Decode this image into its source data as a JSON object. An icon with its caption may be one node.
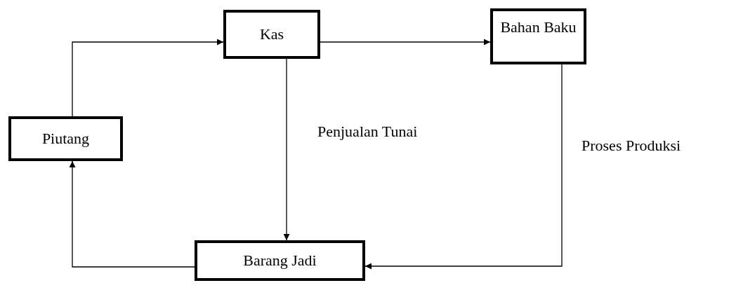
{
  "diagram": {
    "nodes": [
      {
        "text": [
          "Kas"
        ]
      },
      {
        "text": [
          "Bahan Baku"
        ]
      },
      {
        "text": [
          "Piutang"
        ]
      },
      {
        "text": [
          "Barang Jadi"
        ]
      }
    ],
    "edges": [
      {
        "from": 2,
        "to": 0,
        "arrow": "to"
      },
      {
        "from": 0,
        "to": 1,
        "arrow": "to"
      },
      {
        "from": 0,
        "to": 3,
        "arrow": "to",
        "label": "Penjualan Tunai"
      },
      {
        "from": 1,
        "to": 3,
        "arrow": "to",
        "label": "Proses Produksi"
      },
      {
        "from": 3,
        "to": 2,
        "arrow": "to"
      }
    ]
  }
}
